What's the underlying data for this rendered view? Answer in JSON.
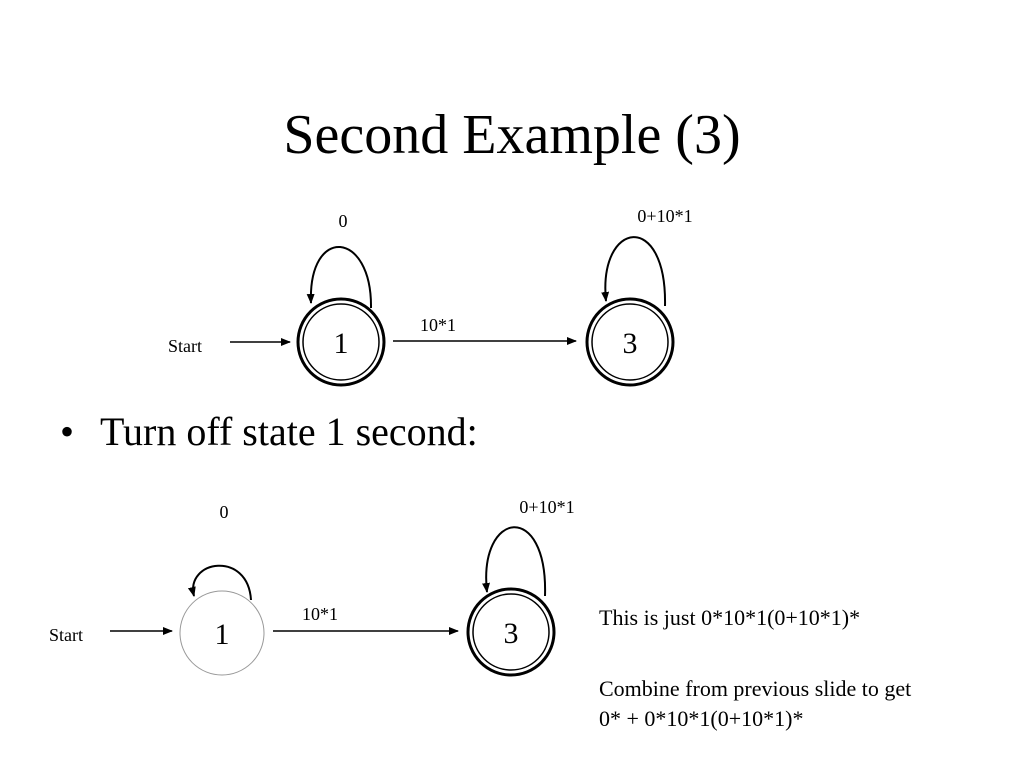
{
  "slide": {
    "title": "Second Example (3)",
    "bullet": "Turn off state 1 second:"
  },
  "diagram_top": {
    "start_label": "Start",
    "state_a": "1",
    "state_b": "3",
    "loop_a_label": "0",
    "loop_b_label": "0+10*1",
    "transition_label": "10*1"
  },
  "diagram_bottom": {
    "start_label": "Start",
    "state_a": "1",
    "state_b": "3",
    "loop_a_label": "0",
    "loop_b_label": "0+10*1",
    "transition_label": "10*1"
  },
  "notes": {
    "line1": "This is just 0*10*1(0+10*1)*",
    "line2": "Combine from previous slide to get",
    "line3": "0* + 0*10*1(0+10*1)*"
  },
  "colors": {
    "stroke": "#000000",
    "faded_state_stroke": "#999999",
    "background": "#ffffff"
  }
}
